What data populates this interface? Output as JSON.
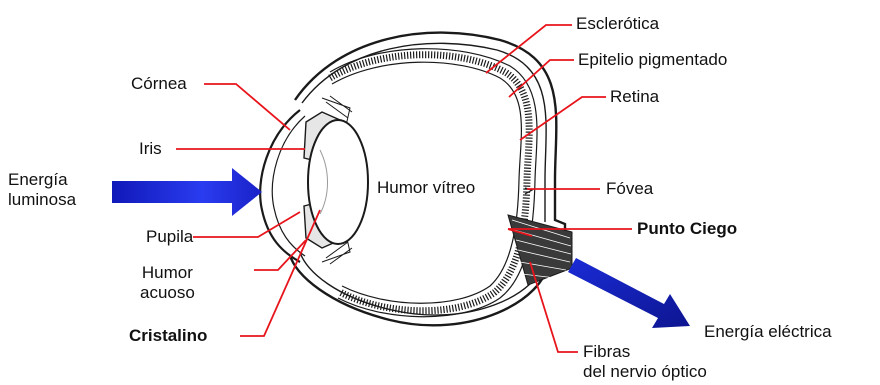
{
  "labels": {
    "esclerotica": "Esclerótica",
    "epitelio": "Epitelio pigmentado",
    "retina": "Retina",
    "cornea": "Córnea",
    "iris": "Iris",
    "energia_luminosa_1": "Energía",
    "energia_luminosa_2": "luminosa",
    "humor_vitreo": "Humor vítreo",
    "fovea": "Fóvea",
    "punto_ciego": "Punto Ciego",
    "pupila": "Pupila",
    "humor_acuoso_1": "Humor",
    "humor_acuoso_2": "acuoso",
    "cristalino": "Cristalino",
    "energia_electrica": "Energía eléctrica",
    "fibras_1": "Fibras",
    "fibras_2": "del nervio óptico"
  },
  "colors": {
    "pointer_line": "#e8141b",
    "energy_arrow": "#1a2bd6",
    "eye_outline": "#1a1a1a"
  }
}
